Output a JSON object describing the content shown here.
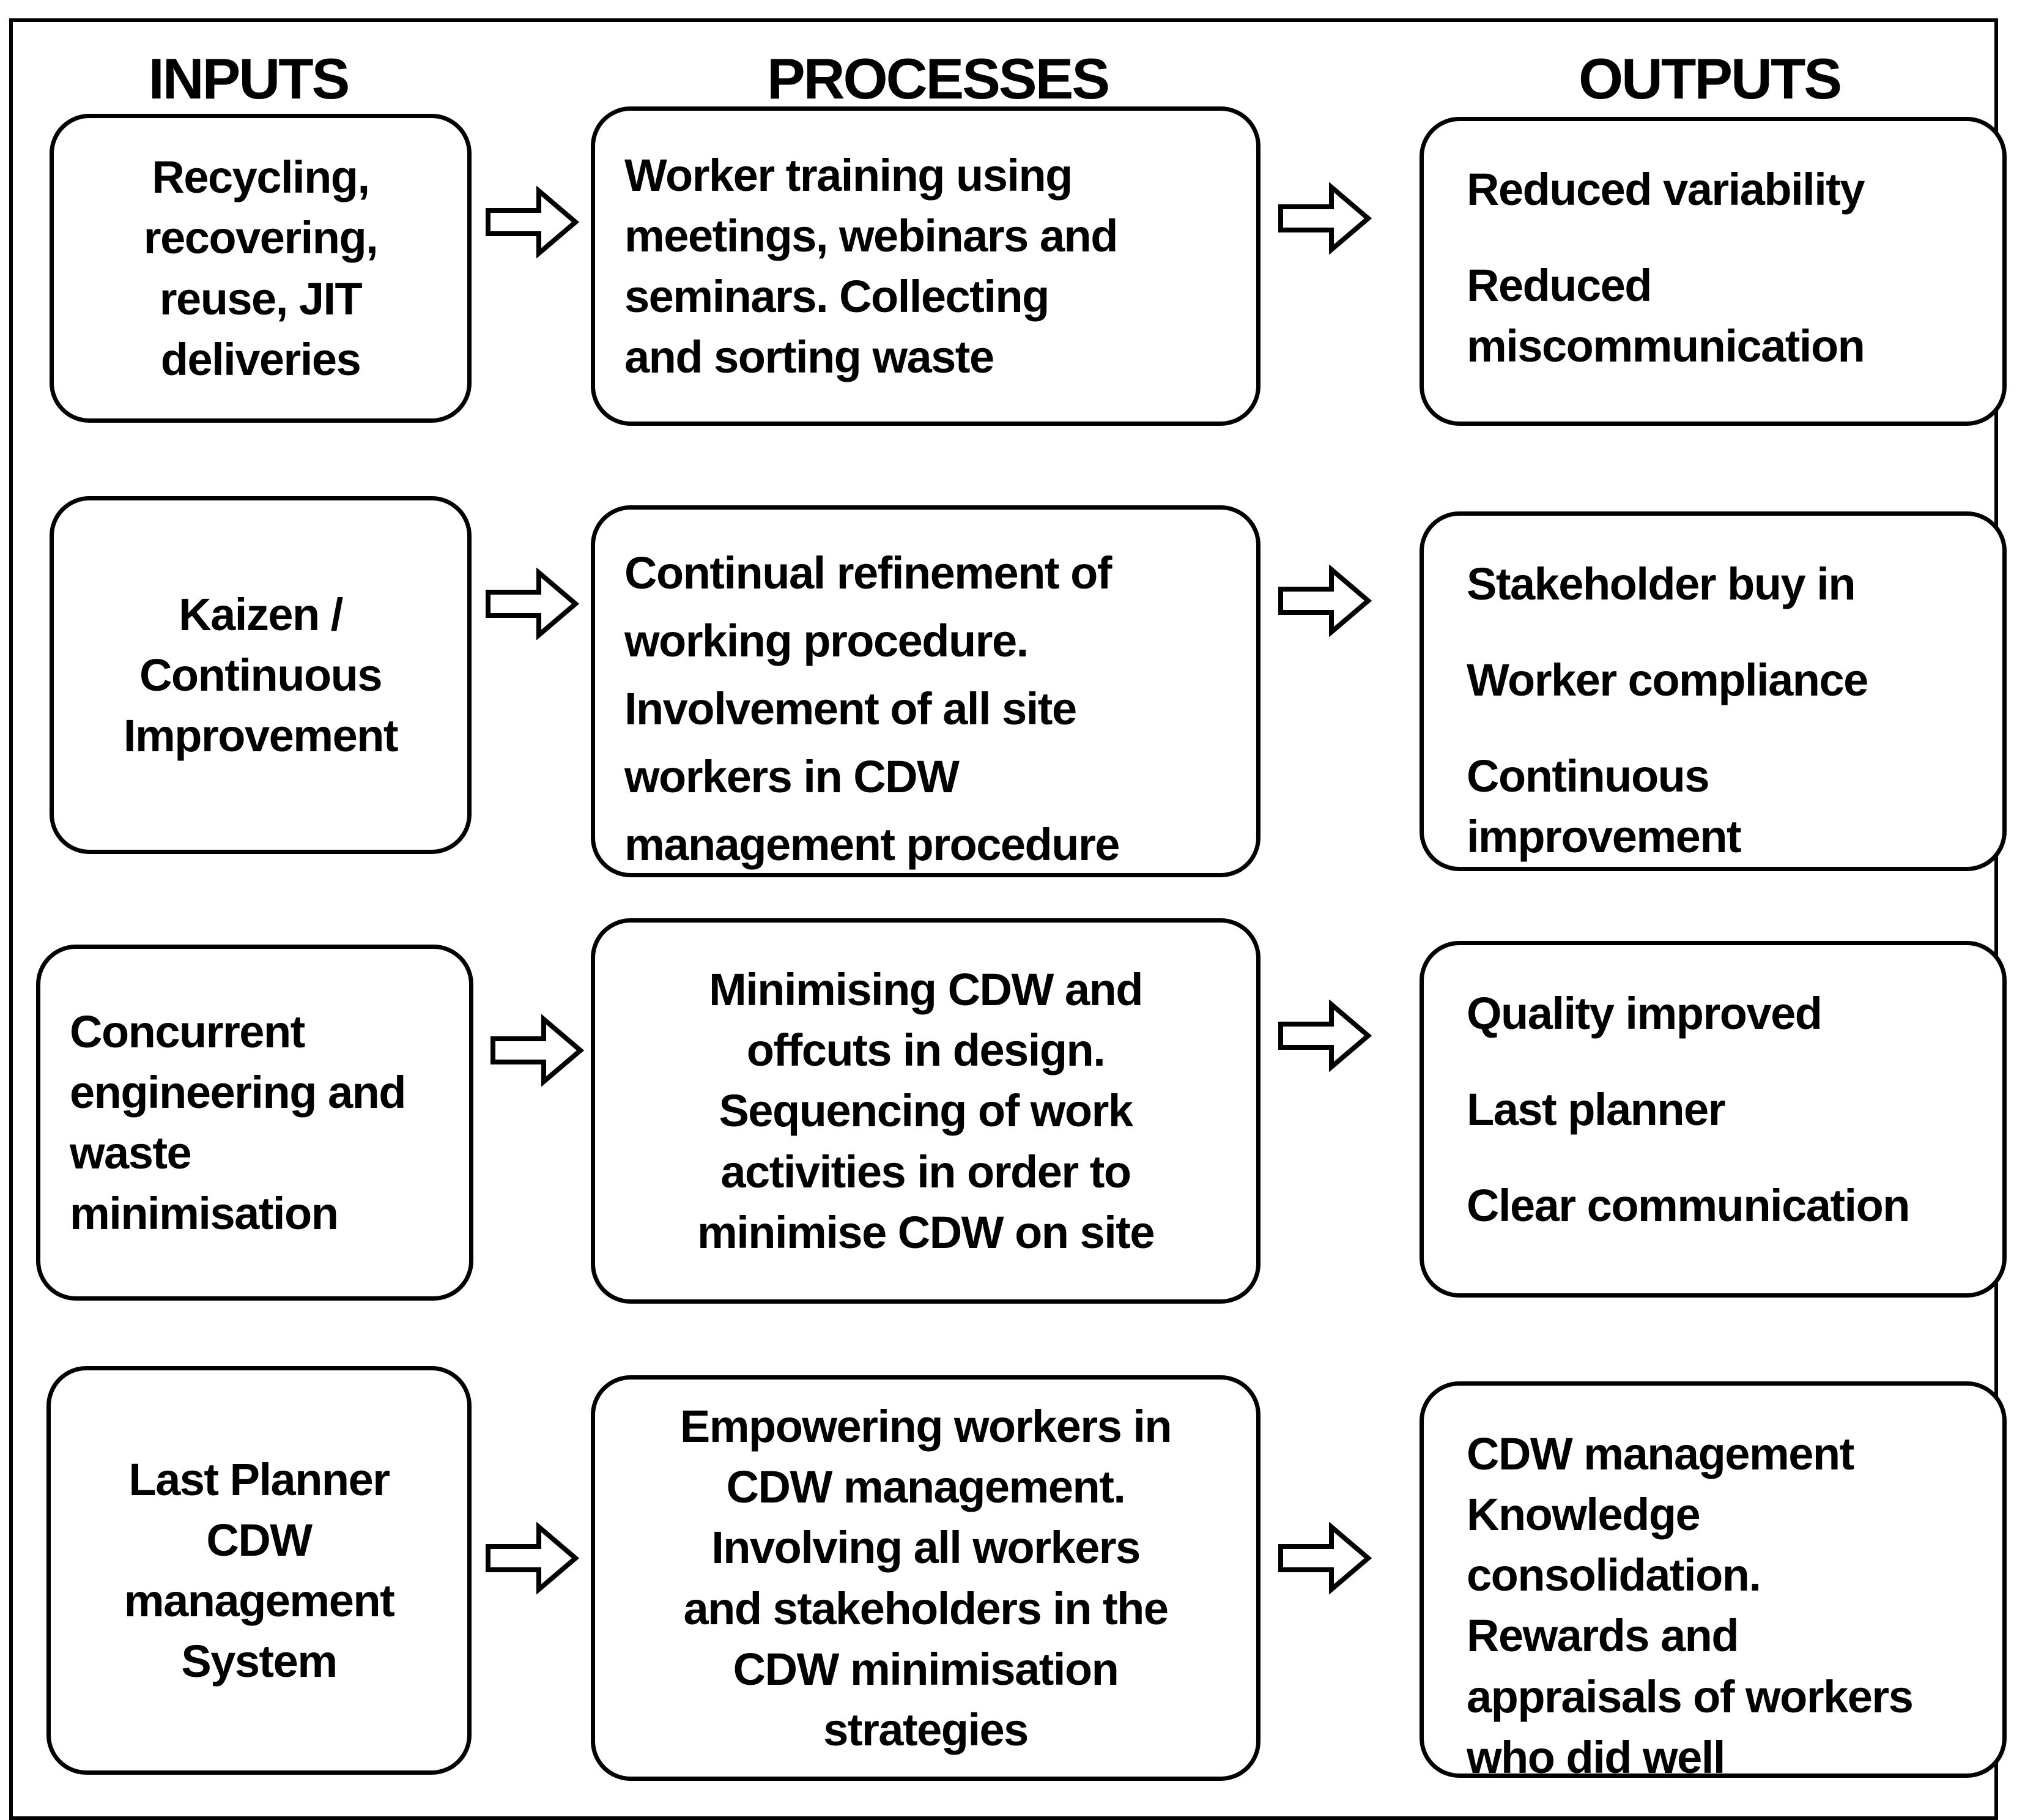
{
  "page": {
    "background": "#ffffff",
    "ink": "#000000"
  },
  "diagram": {
    "headers": {
      "inputs": "INPUTS",
      "processes": "PROCESSES",
      "outputs": "OUTPUTS"
    },
    "rows": [
      {
        "input": {
          "align": "center",
          "text": "Recycling,\nrecovering,\nreuse, JIT\ndeliveries"
        },
        "process": {
          "align": "left",
          "text": "Worker training using\nmeetings, webinars and\nseminars. Collecting\nand sorting waste"
        },
        "output": {
          "align": "left",
          "paragraphs": [
            "Reduced variability",
            "Reduced\nmiscommunication"
          ]
        }
      },
      {
        "input": {
          "align": "center",
          "text": "Kaizen /\nContinuous\nImprovement"
        },
        "process": {
          "align": "left",
          "text": "Continual refinement of\nworking procedure.\nInvolvement of all site\nworkers in CDW\nmanagement procedure"
        },
        "output": {
          "align": "left",
          "paragraphs": [
            "Stakeholder buy in",
            "Worker compliance",
            "Continuous\nimprovement"
          ]
        }
      },
      {
        "input": {
          "align": "left",
          "text": "Concurrent\nengineering and\nwaste\nminimisation"
        },
        "process": {
          "align": "center",
          "text": "Minimising CDW and\noffcuts in design.\nSequencing of work\nactivities in order to\nminimise CDW on site"
        },
        "output": {
          "align": "left",
          "paragraphs": [
            "Quality improved",
            "Last planner",
            "Clear communication"
          ]
        }
      },
      {
        "input": {
          "align": "center",
          "text": "Last Planner\nCDW\nmanagement\nSystem"
        },
        "process": {
          "align": "center",
          "text": "Empowering workers in\nCDW management.\nInvolving all workers\nand stakeholders in the\nCDW minimisation\nstrategies"
        },
        "output": {
          "align": "left",
          "paragraphs": [
            "CDW management\nKnowledge\nconsolidation.\nRewards and\nappraisals of workers\nwho did well"
          ]
        }
      }
    ]
  }
}
